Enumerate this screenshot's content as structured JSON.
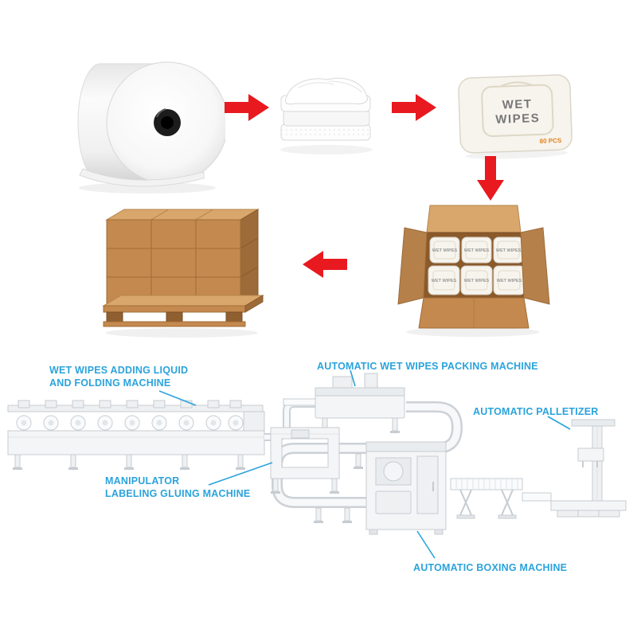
{
  "page": {
    "background": "#ffffff"
  },
  "colors": {
    "label_cyan": "#2ba3dc",
    "arrow_red": "#e8191f",
    "carton_front": "#c4894e",
    "carton_side": "#9c6b39",
    "carton_top": "#d9a76b",
    "machine_stroke": "#c7ccd1",
    "machine_fill": "#f4f5f6"
  },
  "product_flow": {
    "wipes_pack": {
      "brand_line1": "WET",
      "brand_line2": "WIPES",
      "count": "80 PCS"
    },
    "carton_pack_label": "WET WIPES"
  },
  "machine_labels": {
    "folding_line1": "WET WIPES ADDING LIQUID",
    "folding_line2": "AND FOLDING MACHINE",
    "packing": "AUTOMATIC WET WIPES PACKING MACHINE",
    "palletizer": "AUTOMATIC PALLETIZER",
    "manipulator_line1": "MANIPULATOR",
    "manipulator_line2": "LABELING GLUING MACHINE",
    "boxing": "AUTOMATIC BOXING MACHINE"
  }
}
